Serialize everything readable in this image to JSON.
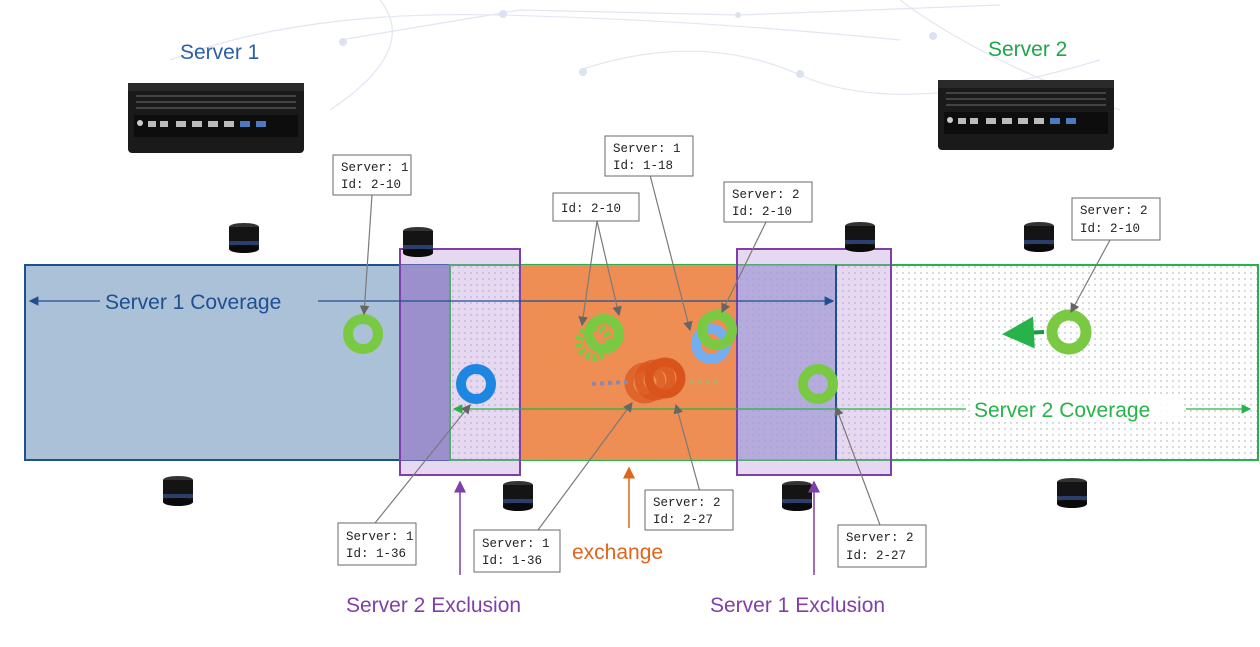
{
  "servers": [
    {
      "label": "Server 1",
      "color": "#2a5fa6"
    },
    {
      "label": "Server 2",
      "color": "#1fa64a"
    }
  ],
  "coverage": [
    {
      "label": "Server 1 Coverage",
      "color": "#1f4f91"
    },
    {
      "label": "Server 2 Coverage",
      "color": "#27b24a"
    }
  ],
  "exclusion": [
    {
      "label": "Server 2 Exclusion",
      "color": "#7e3fa8"
    },
    {
      "label": "Server 1 Exclusion",
      "color": "#7e3fa8"
    }
  ],
  "exchange": {
    "label": "exchange",
    "color": "#e0641b"
  },
  "callouts": [
    {
      "line1": "Server: 1",
      "line2": "Id: 2-10"
    },
    {
      "line1": "Id: 2-10",
      "line2": ""
    },
    {
      "line1": "Server: 1",
      "line2": "Id: 1-18"
    },
    {
      "line1": "Server: 2",
      "line2": "Id: 2-10"
    },
    {
      "line1": "Server: 2",
      "line2": "Id: 2-10"
    },
    {
      "line1": "Server: 1",
      "line2": "Id: 1-36"
    },
    {
      "line1": "Server: 1",
      "line2": "Id: 1-36"
    },
    {
      "line1": "Server: 2",
      "line2": "Id: 2-27"
    },
    {
      "line1": "Server: 2",
      "line2": "Id: 2-27"
    }
  ],
  "colors": {
    "track_green": "#7ac943",
    "track_blue": "#1c86e0",
    "track_orange": "#e0641b"
  }
}
